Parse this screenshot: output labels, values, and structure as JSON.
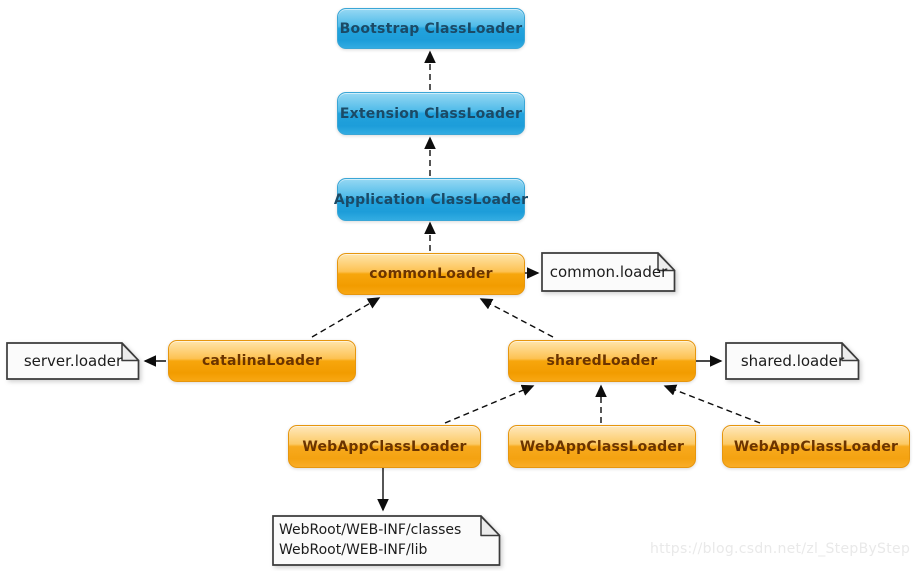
{
  "diagram": {
    "nodes": [
      {
        "label": "Bootstrap ClassLoader",
        "type": "jdk"
      },
      {
        "label": "Extension ClassLoader",
        "type": "jdk"
      },
      {
        "label": "Application ClassLoader",
        "type": "jdk"
      },
      {
        "label": "commonLoader",
        "type": "tomcat"
      },
      {
        "label": "catalinaLoader",
        "type": "tomcat"
      },
      {
        "label": "sharedLoader",
        "type": "tomcat"
      },
      {
        "label": "WebAppClassLoader",
        "type": "webapp"
      },
      {
        "label": "WebAppClassLoader",
        "type": "webapp"
      },
      {
        "label": "WebAppClassLoader",
        "type": "webapp"
      }
    ],
    "notes": {
      "server": {
        "label": "server.loader"
      },
      "common": {
        "label": "common.loader"
      },
      "shared": {
        "label": "shared.loader"
      },
      "webroot": {
        "lines": [
          "WebRoot/WEB-INF/classes",
          "WebRoot/WEB-INF/lib"
        ]
      }
    },
    "edges": [
      {
        "from": "Extension ClassLoader",
        "to": "Bootstrap ClassLoader",
        "style": "dashed-arrow"
      },
      {
        "from": "Application ClassLoader",
        "to": "Extension ClassLoader",
        "style": "dashed-arrow"
      },
      {
        "from": "commonLoader",
        "to": "Application ClassLoader",
        "style": "dashed-arrow"
      },
      {
        "from": "commonLoader",
        "to": "common.loader",
        "style": "solid-arrow"
      },
      {
        "from": "catalinaLoader",
        "to": "server.loader",
        "style": "solid-arrow"
      },
      {
        "from": "catalinaLoader",
        "to": "commonLoader",
        "style": "dashed-arrow"
      },
      {
        "from": "sharedLoader",
        "to": "commonLoader",
        "style": "dashed-arrow"
      },
      {
        "from": "sharedLoader",
        "to": "shared.loader",
        "style": "solid-arrow"
      },
      {
        "from": "WebAppClassLoader-left",
        "to": "sharedLoader",
        "style": "dashed-arrow"
      },
      {
        "from": "WebAppClassLoader-middle",
        "to": "sharedLoader",
        "style": "dashed-arrow"
      },
      {
        "from": "WebAppClassLoader-right",
        "to": "sharedLoader",
        "style": "dashed-arrow"
      },
      {
        "from": "WebAppClassLoader-left",
        "to": "WebRoot-note",
        "style": "solid-arrow"
      }
    ],
    "colors": {
      "jdk_box": "#2AA7E0",
      "tomcat_box": "#F9A612",
      "note_bg": "#FBFBFB",
      "watermark_text": "#E9E9E9"
    },
    "watermark": "https://blog.csdn.net/zl_StepByStep"
  }
}
